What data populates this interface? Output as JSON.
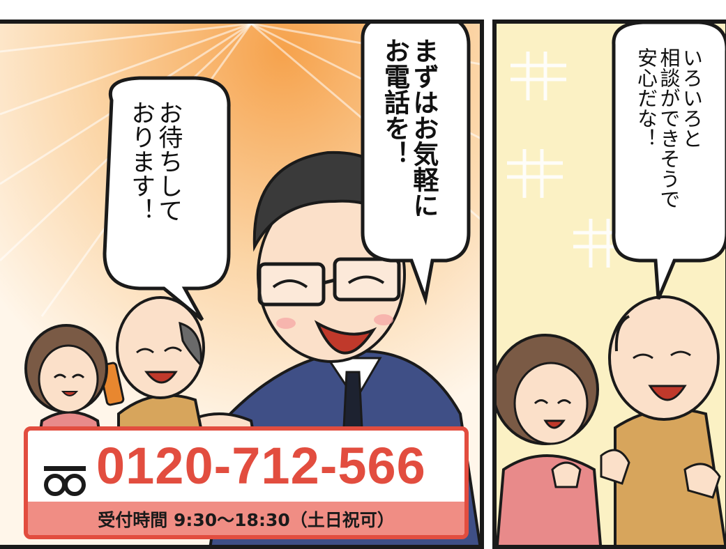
{
  "bubbles": {
    "advisor_line1": "まずはお気軽に",
    "advisor_line2": "お電話を！",
    "greeting_line1": "お待ちして",
    "greeting_line2": "おります！",
    "couple_line1": "いろいろと",
    "couple_line2": "相談ができそうで",
    "couple_line3": "安心だな！"
  },
  "contact": {
    "phone_number": "0120-712-566",
    "hours": "受付時間 9:30〜18:30（土日祝可）",
    "freedial_icon": "freedial-icon"
  },
  "colors": {
    "accent_red": "#e24d3f",
    "band_pink": "#f08d84",
    "burst_orange": "#f3a25a",
    "suit_navy": "#3f4f86",
    "sweater_pink": "#e88a8a",
    "vest_tan": "#d7a55c"
  }
}
